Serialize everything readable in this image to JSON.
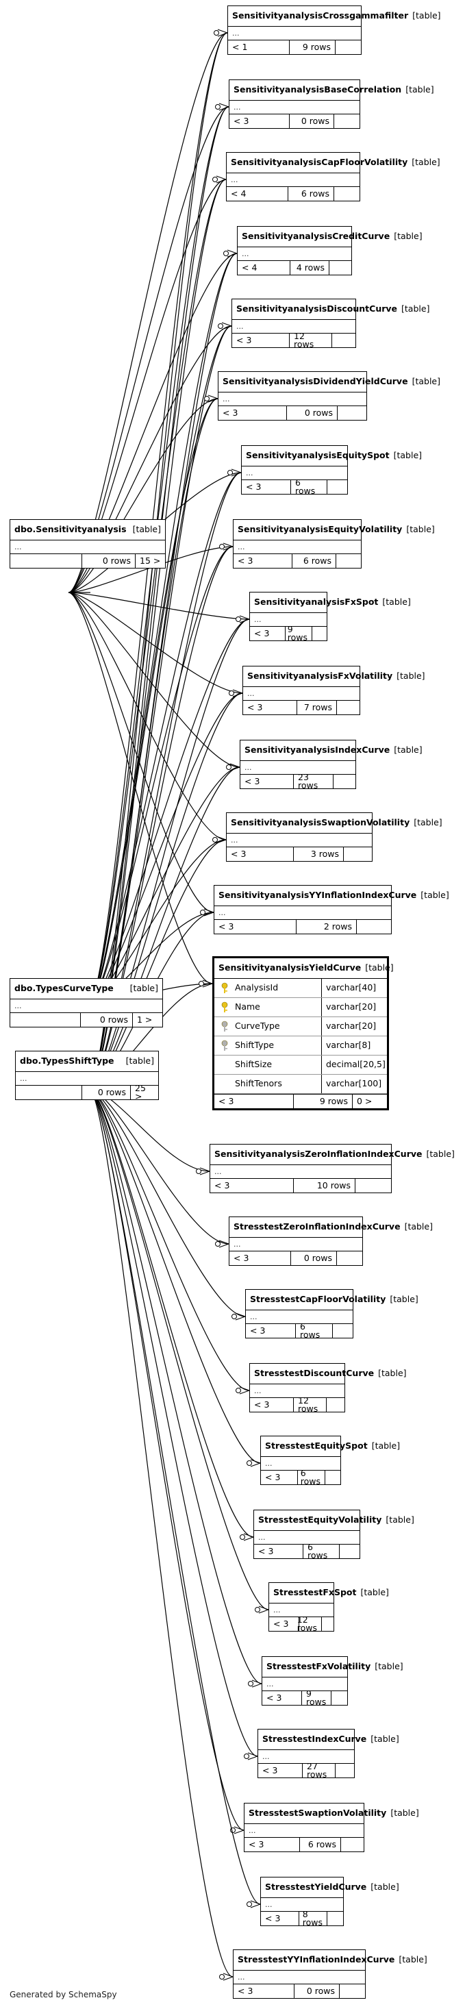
{
  "table_type_label": "[table]",
  "ellipsis": "...",
  "credit": "Generated by SchemaSpy",
  "tables": [
    {
      "name": "SensitivityanalysisCrossgammafilter",
      "fl": "< 1",
      "fm": "9 rows",
      "fr": ""
    },
    {
      "name": "SensitivityanalysisBaseCorrelation",
      "fl": "< 3",
      "fm": "0 rows",
      "fr": ""
    },
    {
      "name": "SensitivityanalysisCapFloorVolatility",
      "fl": "< 4",
      "fm": "6 rows",
      "fr": ""
    },
    {
      "name": "SensitivityanalysisCreditCurve",
      "fl": "< 4",
      "fm": "4 rows",
      "fr": ""
    },
    {
      "name": "SensitivityanalysisDiscountCurve",
      "fl": "< 3",
      "fm": "12 rows",
      "fr": ""
    },
    {
      "name": "SensitivityanalysisDividendYieldCurve",
      "fl": "< 3",
      "fm": "0 rows",
      "fr": ""
    },
    {
      "name": "SensitivityanalysisEquitySpot",
      "fl": "< 3",
      "fm": "6 rows",
      "fr": ""
    },
    {
      "name": "SensitivityanalysisEquityVolatility",
      "fl": "< 3",
      "fm": "6 rows",
      "fr": ""
    },
    {
      "name": "SensitivityanalysisFxSpot",
      "fl": "< 3",
      "fm": "9 rows",
      "fr": ""
    },
    {
      "name": "SensitivityanalysisFxVolatility",
      "fl": "< 3",
      "fm": "7 rows",
      "fr": ""
    },
    {
      "name": "SensitivityanalysisIndexCurve",
      "fl": "< 3",
      "fm": "23 rows",
      "fr": ""
    },
    {
      "name": "SensitivityanalysisSwaptionVolatility",
      "fl": "< 3",
      "fm": "3 rows",
      "fr": ""
    },
    {
      "name": "SensitivityanalysisYYInflationIndexCurve",
      "fl": "< 3",
      "fm": "2 rows",
      "fr": ""
    },
    {
      "name": "SensitivityanalysisZeroInflationIndexCurve",
      "fl": "< 3",
      "fm": "10 rows",
      "fr": ""
    },
    {
      "name": "StresstestZeroInflationIndexCurve",
      "fl": "< 3",
      "fm": "0 rows",
      "fr": ""
    },
    {
      "name": "StresstestCapFloorVolatility",
      "fl": "< 3",
      "fm": "6 rows",
      "fr": ""
    },
    {
      "name": "StresstestDiscountCurve",
      "fl": "< 3",
      "fm": "12 rows",
      "fr": ""
    },
    {
      "name": "StresstestEquitySpot",
      "fl": "< 3",
      "fm": "6 rows",
      "fr": ""
    },
    {
      "name": "StresstestEquityVolatility",
      "fl": "< 3",
      "fm": "6 rows",
      "fr": ""
    },
    {
      "name": "StresstestFxSpot",
      "fl": "< 3",
      "fm": "12 rows",
      "fr": ""
    },
    {
      "name": "StresstestFxVolatility",
      "fl": "< 3",
      "fm": "9 rows",
      "fr": ""
    },
    {
      "name": "StresstestIndexCurve",
      "fl": "< 3",
      "fm": "27 rows",
      "fr": ""
    },
    {
      "name": "StresstestSwaptionVolatility",
      "fl": "< 3",
      "fm": "6 rows",
      "fr": ""
    },
    {
      "name": "StresstestYieldCurve",
      "fl": "< 3",
      "fm": "8 rows",
      "fr": ""
    },
    {
      "name": "StresstestYYInflationIndexCurve",
      "fl": "< 3",
      "fm": "0 rows",
      "fr": ""
    },
    {
      "name": "dbo.Sensitivityanalysis",
      "fl": "",
      "fm": "0 rows",
      "fr": "15 >"
    },
    {
      "name": "dbo.TypesCurveType",
      "fl": "",
      "fm": "0 rows",
      "fr": "1 >"
    },
    {
      "name": "dbo.TypesShiftType",
      "fl": "",
      "fm": "0 rows",
      "fr": "25 >"
    }
  ],
  "focus": {
    "name": "SensitivityanalysisYieldCurve",
    "type_label": "[table]",
    "columns": [
      {
        "name": "AnalysisId",
        "type": "varchar[40]",
        "key": "pk"
      },
      {
        "name": "Name",
        "type": "varchar[20]",
        "key": "pk"
      },
      {
        "name": "CurveType",
        "type": "varchar[20]",
        "key": "fk"
      },
      {
        "name": "ShiftType",
        "type": "varchar[8]",
        "key": "fk"
      },
      {
        "name": "ShiftSize",
        "type": "decimal[20,5]",
        "key": ""
      },
      {
        "name": "ShiftTenors",
        "type": "varchar[100]",
        "key": ""
      }
    ],
    "fl": "< 3",
    "fm": "9 rows",
    "fr": "0 >"
  }
}
